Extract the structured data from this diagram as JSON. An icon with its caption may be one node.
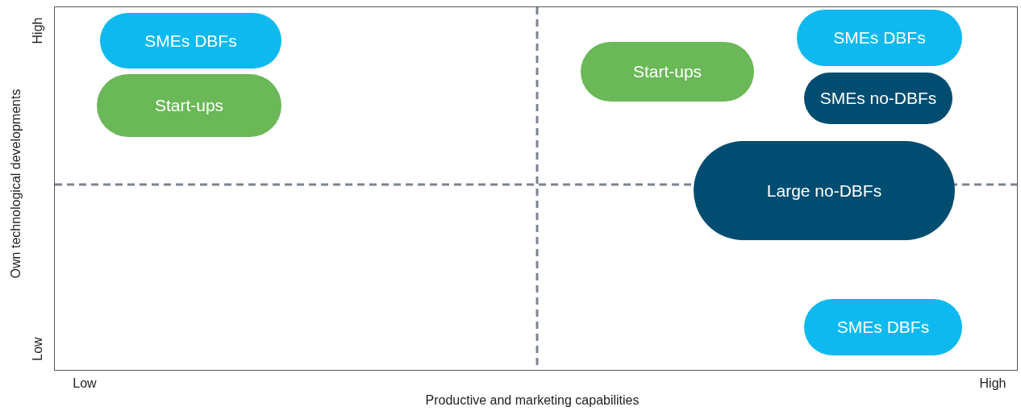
{
  "diagram": {
    "nodes": [
      {
        "text": [
          "SMEs DBFs"
        ]
      },
      {
        "text": [
          "Start-ups"
        ]
      },
      {
        "text": [
          "Start-ups"
        ]
      },
      {
        "text": [
          "SMEs DBFs"
        ]
      },
      {
        "text": [
          "SMEs no-DBFs"
        ]
      },
      {
        "text": [
          "Large no-DBFs"
        ]
      },
      {
        "text": [
          "SMEs DBFs"
        ]
      }
    ],
    "labels": [
      "High",
      "Own technological developments",
      "Low",
      "Low",
      "High",
      "Productive and marketing capabilities"
    ]
  }
}
